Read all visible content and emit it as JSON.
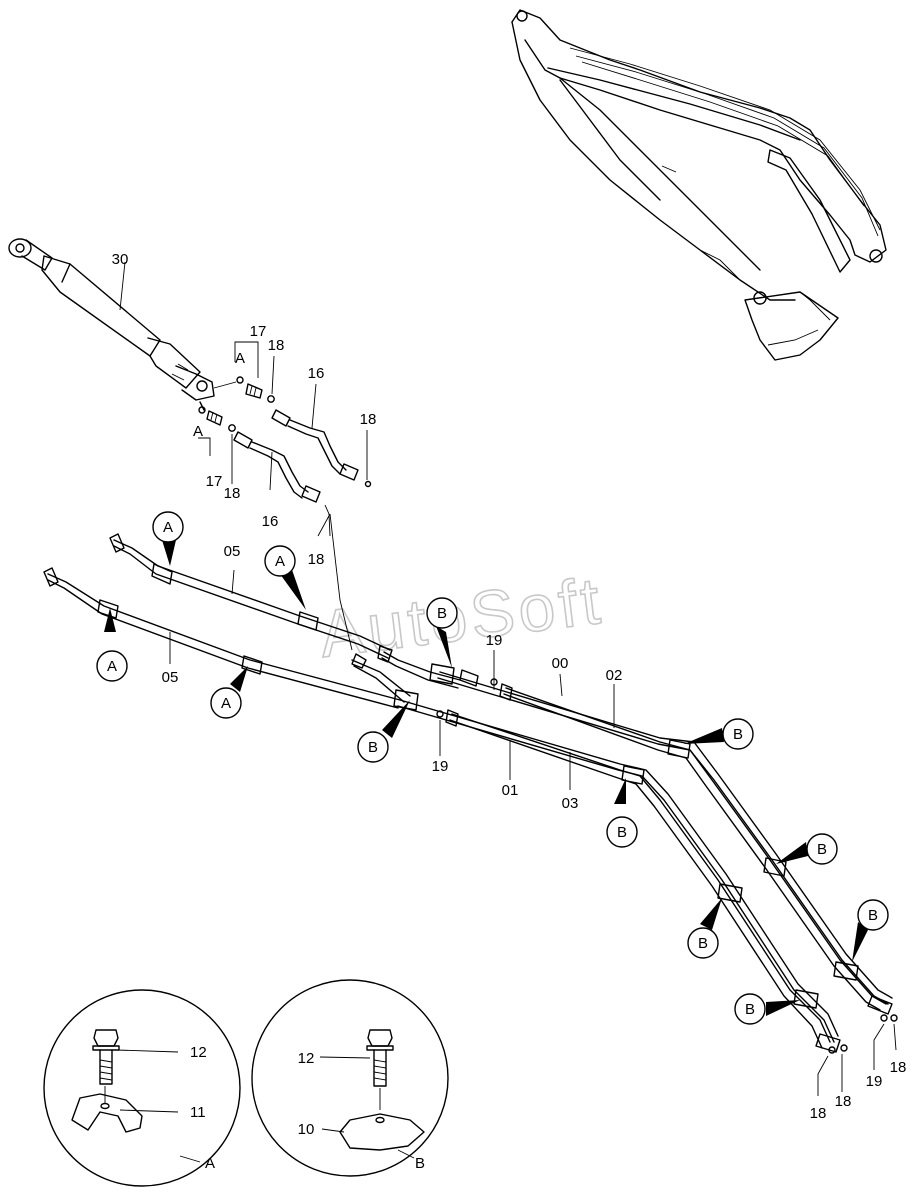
{
  "watermark": "AutoSoft",
  "callout_tags": {
    "a1": "A",
    "a2": "A",
    "a3": "A",
    "a4": "A",
    "b1": "B",
    "b2": "B",
    "b3": "B",
    "b4": "B",
    "b5": "B",
    "b6": "B",
    "b7": "B",
    "b8": "B"
  },
  "part_labels": {
    "p30": "30",
    "p17a": "17",
    "p18a": "18",
    "p16a": "16",
    "p18b": "18",
    "p17b": "17",
    "p18c": "18",
    "p16b": "16",
    "p18d": "18",
    "p05a": "05",
    "p05b": "05",
    "p19a": "19",
    "p00": "00",
    "p02": "02",
    "p19b": "19",
    "p01": "01",
    "p03": "03",
    "p18e": "18",
    "p18f": "18",
    "p19c": "19",
    "p18g": "18",
    "p12a": "12",
    "p11": "11",
    "p12b": "12",
    "p10": "10",
    "pA1": "A",
    "pA2": "A"
  },
  "detail_views": {
    "A": {
      "caption": "A"
    },
    "B": {
      "caption": "B"
    }
  }
}
